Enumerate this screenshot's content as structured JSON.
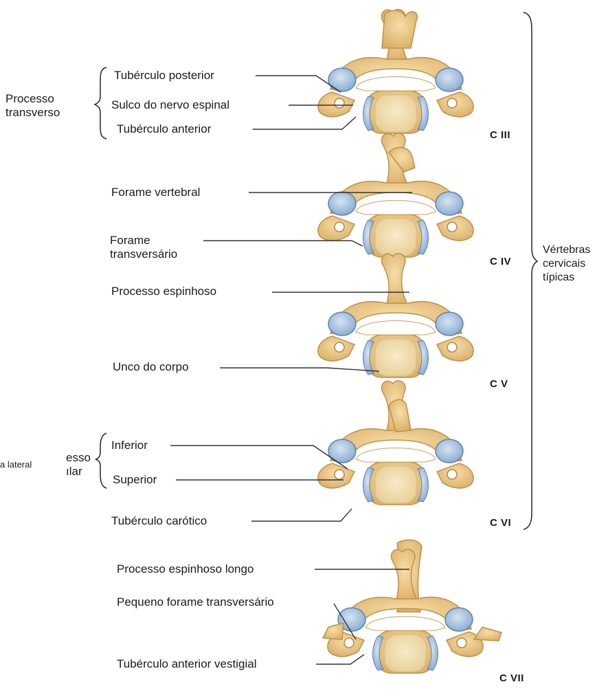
{
  "vertebrae": [
    {
      "id": "c3",
      "label": "C III"
    },
    {
      "id": "c4",
      "label": "C IV"
    },
    {
      "id": "c5",
      "label": "C V"
    },
    {
      "id": "c6",
      "label": "C VI"
    },
    {
      "id": "c7",
      "label": "C VII"
    }
  ],
  "labels": {
    "processo_transverso": [
      "Processo",
      "transverso"
    ],
    "tuberculo_posterior": "Tubérculo posterior",
    "sulco_nervo_espinal": "Sulco do nervo espinal",
    "tuberculo_anterior": "Tubérculo anterior",
    "forame_vertebral": "Forame vertebral",
    "forame_transversario": [
      "Forame",
      "transversário"
    ],
    "processo_espinhoso": "Processo espinhoso",
    "unco_do_corpo": "Unco do corpo",
    "processo_articular_partial": [
      "esso",
      "ılar"
    ],
    "massa_lateral_partial": "a lateral",
    "inferior": "Inferior",
    "superior": "Superior",
    "tuberculo_carotico": "Tubérculo carótico",
    "processo_espinhoso_longo": "Processo espinhoso longo",
    "pequeno_forame_transversario": "Pequeno forame transversário",
    "tuberculo_anterior_vestigial": "Tubérculo anterior vestigial",
    "vertebras_cervicais_tipicas": [
      "Vértebras",
      "cervicais",
      "típicas"
    ]
  },
  "colors": {
    "bone": "#ecc98a",
    "bone_dark": "#c99a4e",
    "body_face": "#f3e2b6",
    "cartilage": "#a9c3de",
    "leader": "#333333"
  }
}
